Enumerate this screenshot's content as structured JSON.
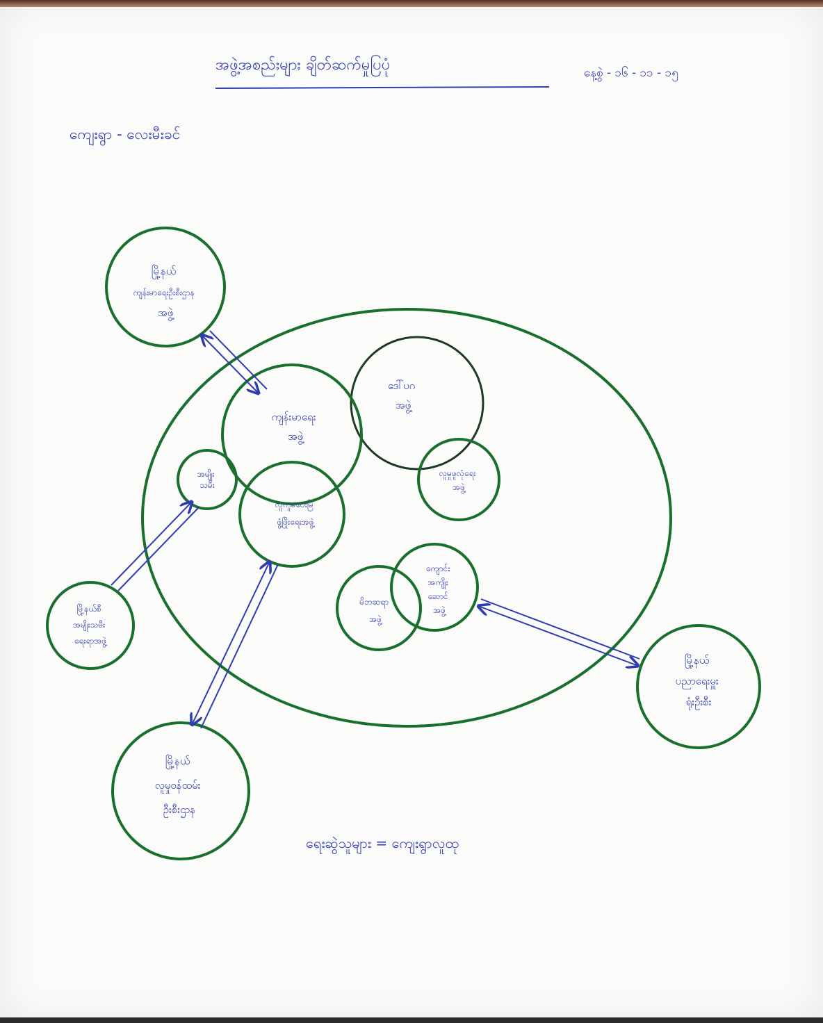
{
  "header": {
    "title": "အဖွဲ့အစည်းများ ချိတ်ဆက်မှုပြပုံ",
    "date": "နေ့စွဲ - ၁၆ - ၁၁ - ၁၅"
  },
  "village": {
    "label": "ကျေးရွာ - လေးမီးခင်"
  },
  "outer_nodes": {
    "top_left": [
      "မြို့နယ်",
      "ကျန်းမာရေးဦးစီးဌာန",
      "အဖွဲ့"
    ],
    "left": [
      "မြို့နယ်စီ",
      "အမျိုးသမီး",
      "ရေးရာအဖွဲ့"
    ],
    "bottom_left": [
      "မြို့နယ်",
      "လူမှုဝန်ထမ်း",
      "ဦးစီးဌာန"
    ],
    "right": [
      "မြို့နယ်",
      "ပညာရေးမှူး",
      "ရုံးဦးစီး"
    ]
  },
  "inner_nodes": {
    "health": [
      "ကျန်းမာရေး",
      "အဖွဲ့"
    ],
    "development": [
      "ဒေါ်ပဂ",
      "အဖွဲ့"
    ],
    "small_left": [
      "အမျိုး",
      "သမီး"
    ],
    "welfare": [
      "လူမှုဖူလုံရေး",
      "အဖွဲ့"
    ],
    "social": [
      "လူကူမပေးမြဲ",
      "ဖွံ့ဖြိုးရေးအဖွဲ့"
    ],
    "parents": [
      "မိဘဆရာ",
      "အဖွဲ့"
    ],
    "school": [
      "ကျောင်း",
      "အကျိုး",
      "ဆောင်",
      "အဖွဲ့"
    ]
  },
  "caption": "ရေးဆွဲသူများ = ကျေးရွာလူထု",
  "colors": {
    "ink": "#2f3bb0",
    "circle": "#1b6f2e"
  }
}
